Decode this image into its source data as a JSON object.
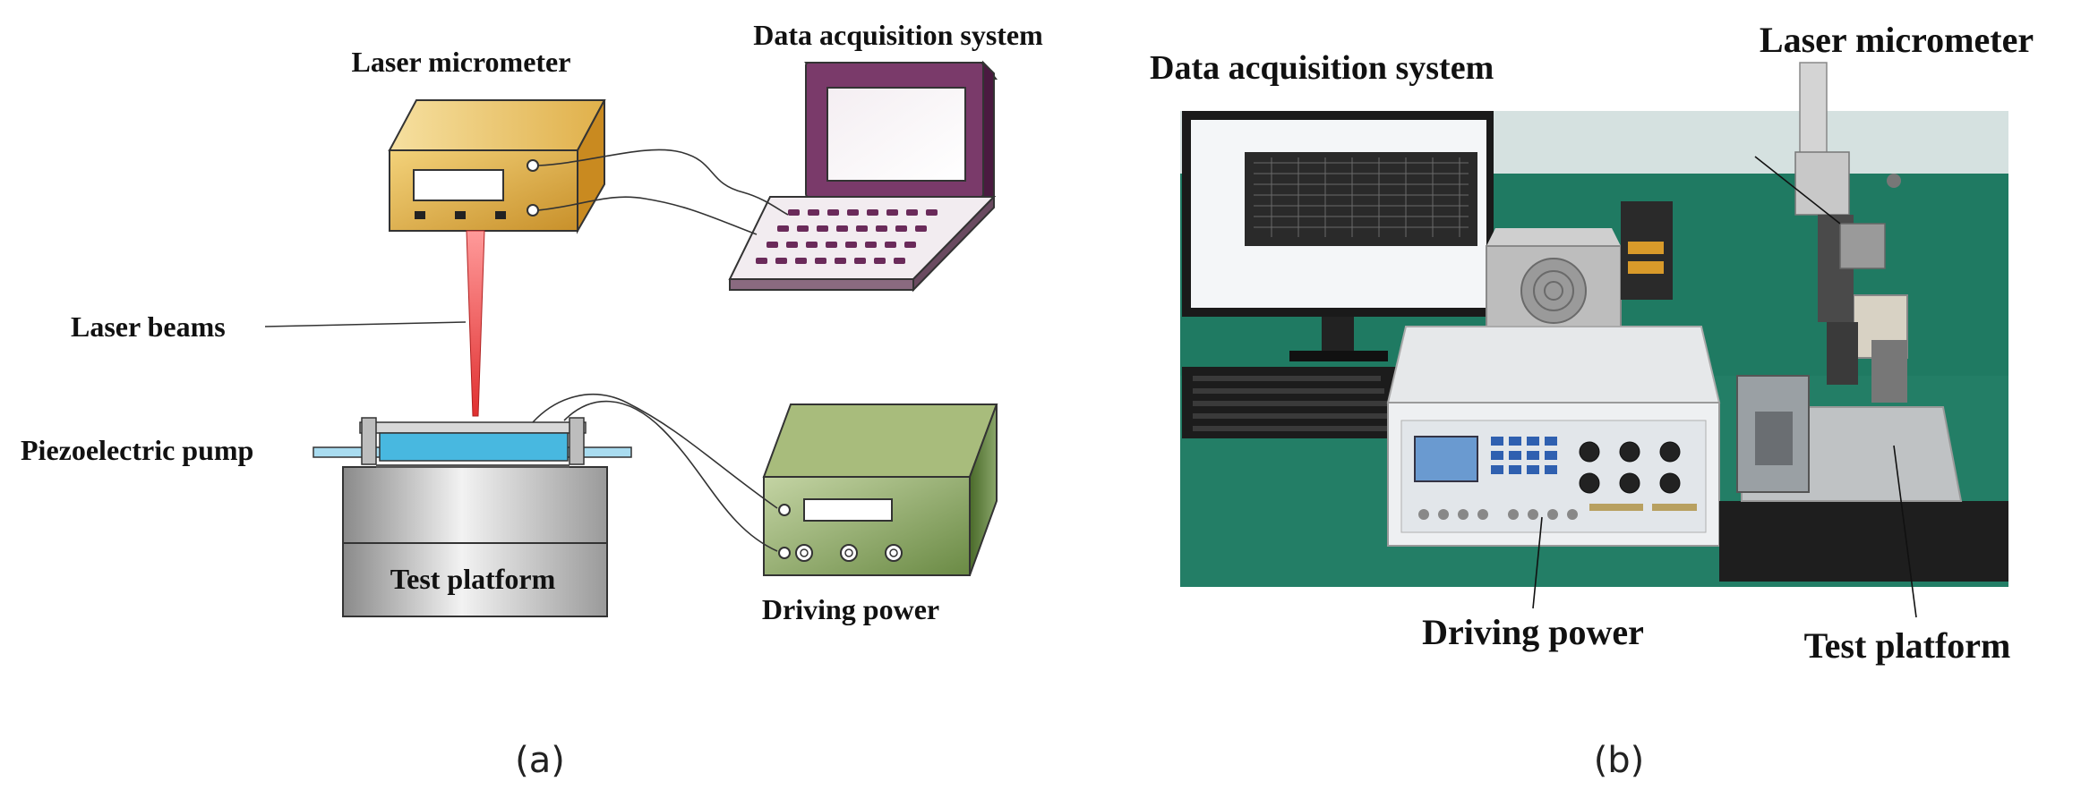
{
  "panel_a": {
    "caption": "(a)",
    "labels": {
      "laser_micrometer": "Laser micrometer",
      "data_acquisition": "Data acquisition system",
      "laser_beams": "Laser beams",
      "piezo_pump": "Piezoelectric pump",
      "test_platform": "Test platform",
      "driving_power": "Driving power"
    }
  },
  "panel_b": {
    "caption": "(b)",
    "labels": {
      "data_acquisition": "Data acquisition system",
      "laser_micrometer": "Laser micrometer",
      "driving_power": "Driving power",
      "test_platform": "Test platform"
    }
  },
  "colors": {
    "micrometer": "#e0a838",
    "laptop": "#6a2a5a",
    "driving_power": "#5a7a3a",
    "pump": "#48b8e0",
    "laser": "#e04040",
    "photo_background": "#1f7a62"
  }
}
